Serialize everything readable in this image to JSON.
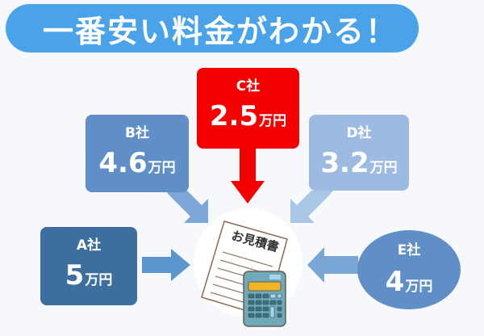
{
  "banner": {
    "title": "一番安い料金がわかる！"
  },
  "companies": {
    "A": {
      "name": "A社",
      "amount": "5",
      "unit": "万円",
      "color": "#3d6f9e"
    },
    "B": {
      "name": "B社",
      "amount": "4.6",
      "unit": "万円",
      "color": "#5f8fc6"
    },
    "C": {
      "name": "C社",
      "amount": "2.5",
      "unit": "万円",
      "color": "#f50000",
      "highlight": true
    },
    "D": {
      "name": "D社",
      "amount": "3.2",
      "unit": "万円",
      "color": "#9dbbe2"
    },
    "E": {
      "name": "E社",
      "amount": "4",
      "unit": "万円",
      "color": "#5f8fc6"
    }
  },
  "center": {
    "document_label": "お見積書",
    "icons": [
      "estimate-document-icon",
      "calculator-icon"
    ]
  },
  "colors": {
    "banner": "#4aa3e8",
    "background": "#f7f8fb",
    "arrow_blue": "#5b96d0",
    "arrow_light": "#a9c6e6",
    "arrow_red": "#f50000"
  }
}
